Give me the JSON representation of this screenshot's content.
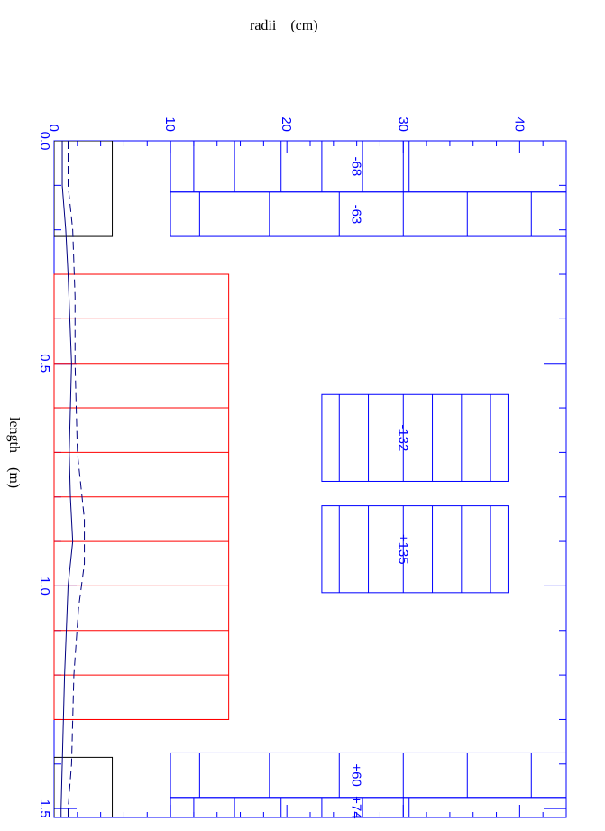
{
  "chart_data": {
    "type": "diagram",
    "title": "",
    "ylabel": "radii    (cm)",
    "xlabel": "length    (m)",
    "x_range": [
      0.0,
      1.52
    ],
    "y_range": [
      0.0,
      44.0
    ],
    "x_ticks_major": [
      0.0,
      0.5,
      1.0,
      1.5
    ],
    "x_tick_labels": [
      "0.0",
      "0.5",
      "1.0",
      "1.5"
    ],
    "y_ticks_major": [
      0,
      10,
      20,
      30,
      40
    ],
    "y_tick_labels": [
      "0",
      "10",
      "20",
      "30",
      "40"
    ],
    "colors": {
      "axis": "#0000ff",
      "quad_magnet": "#0000ff",
      "rf_cavity": "#ff0000",
      "beam_envelope": "#000080",
      "absorber": "#000000"
    },
    "magnets": [
      {
        "label": "-68",
        "x_start": 0.0,
        "x_end": 0.115,
        "r_inner": 10.0,
        "r_outer": 44.0,
        "ticks": [
          12,
          15.5,
          19.5,
          23,
          26.5,
          30,
          30.5
        ]
      },
      {
        "label": "-63",
        "x_start": 0.115,
        "x_end": 0.215,
        "r_inner": 10.0,
        "r_outer": 44.0,
        "ticks": [
          12.5,
          18.5,
          24.5,
          30,
          35.5,
          41
        ]
      },
      {
        "label": "-132",
        "x_start": 0.57,
        "x_end": 0.765,
        "r_inner": 23.0,
        "r_outer": 39.0,
        "ticks": [
          24.5,
          27,
          30,
          32.5,
          35,
          37.5
        ]
      },
      {
        "label": "+135",
        "x_start": 0.82,
        "x_end": 1.015,
        "r_inner": 23.0,
        "r_outer": 39.0,
        "ticks": [
          24.5,
          27,
          30,
          32.5,
          35,
          37.5
        ]
      },
      {
        "label": "+60",
        "x_start": 1.375,
        "x_end": 1.475,
        "r_inner": 10.0,
        "r_outer": 44.0,
        "ticks": [
          12.5,
          18.5,
          24.5,
          30,
          35.5,
          41
        ]
      },
      {
        "label": "+74",
        "x_start": 1.475,
        "x_end": 1.59,
        "r_inner": 10.0,
        "r_outer": 44.0,
        "ticks": [
          12,
          15.5,
          19.5,
          23,
          26.5,
          30,
          30.5
        ]
      }
    ],
    "absorbers": [
      {
        "x_start": 0.0,
        "x_end": 0.215,
        "r_inner": 0.0,
        "r_outer": 5.0
      },
      {
        "x_start": 1.385,
        "x_end": 1.59,
        "r_inner": 0.0,
        "r_outer": 5.0
      }
    ],
    "rf_cavities": {
      "x_start": 0.3,
      "x_end": 1.3,
      "r_inner": 0.0,
      "r_outer": 15.0,
      "dividers": [
        0.3,
        0.4,
        0.5,
        0.6,
        0.7,
        0.8,
        0.9,
        1.0,
        1.1,
        1.2,
        1.3
      ]
    },
    "series": [
      {
        "style": "solid",
        "x": [
          0.0,
          0.1,
          0.2,
          0.3,
          0.5,
          0.7,
          0.8,
          0.9,
          1.0,
          1.2,
          1.4,
          1.5,
          1.52
        ],
        "y": [
          0.7,
          0.7,
          1.0,
          1.2,
          1.5,
          1.3,
          1.4,
          1.6,
          1.2,
          0.9,
          0.7,
          0.6,
          0.6
        ]
      },
      {
        "style": "dashed",
        "x": [
          0.0,
          0.1,
          0.2,
          0.35,
          0.5,
          0.7,
          0.85,
          0.95,
          1.05,
          1.2,
          1.4,
          1.5,
          1.52
        ],
        "y": [
          1.2,
          1.2,
          1.6,
          1.8,
          1.8,
          2.0,
          2.6,
          2.6,
          2.1,
          1.7,
          1.5,
          1.2,
          1.2
        ]
      }
    ]
  }
}
